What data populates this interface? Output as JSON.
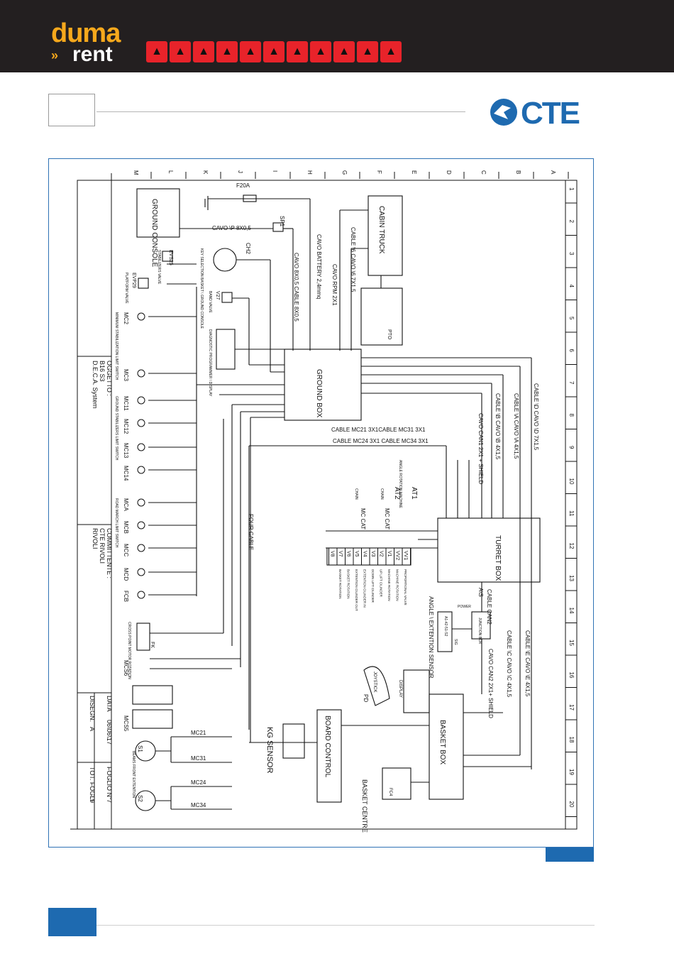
{
  "header": {
    "brand_top": "duma",
    "brand_bottom": "rent",
    "brand_arrow": "»",
    "brand_colors": {
      "orange": "#f6a81c",
      "white": "#ffffff",
      "background": "#231f20"
    },
    "machine_icons": [
      "truck-platform-icon",
      "forklift-icon",
      "scissor-lift-icon",
      "telehandler-icon",
      "loader-icon",
      "crawler-lift-icon",
      "spider-lift-icon",
      "excavator-icon",
      "boom-lift-icon",
      "crane-icon",
      "telescopic-boom-icon"
    ],
    "icon_color": "#e8232a"
  },
  "cte_logo": {
    "text": "CTE",
    "color": "#1e6ab0"
  },
  "accent_color": "#1e6ab0",
  "diagram": {
    "title_block": {
      "oggetto_label": "OGGETTO :",
      "oggetto_line1": "B16 S3",
      "oggetto_line2": "D.E.C.A. System",
      "committente_label": "COMMITTENTE :",
      "committente_value": "CTE RIVOLI",
      "committente_sub": "RIVOLI",
      "data_label": "DATA",
      "data_value": "06\\06\\17",
      "disegn_label": "DISEGN.",
      "disegn_value": "A",
      "foglio_label": "FOGLIO N°",
      "foglio_value": "7",
      "tot_label": "TOT. FOGLI",
      "tot_value": "9"
    },
    "row_letters": [
      "A",
      "B",
      "C",
      "D",
      "E",
      "F",
      "G",
      "H",
      "I",
      "J",
      "K",
      "L",
      "M"
    ],
    "col_numbers": [
      "1",
      "2",
      "3",
      "4",
      "5",
      "6",
      "7",
      "8",
      "9",
      "10",
      "11",
      "12",
      "13",
      "14",
      "15",
      "16",
      "17",
      "18",
      "19",
      "20"
    ],
    "components": {
      "ground_console": "GROUND CONSOLE",
      "cabin_truck": "CABIN TRUCK",
      "pto": "PTO",
      "ground_box": "GROUND BOX",
      "turret_box": "TURRET BOX",
      "basket_box": "BASKET BOX",
      "board_control": "BOARD CONTROL",
      "kg_sensor": "KG SENSOR",
      "junction_box": "JUNCTION BOX",
      "basket_centre": "BASKET CENTRE",
      "display": "DISPLAY",
      "pd": "PD",
      "joystick": "JOYSTICK",
      "f20a": "F20A",
      "sp1": "SP1",
      "ch2": "CH2",
      "fc4": "FC4",
      "fk": "FK",
      "s1": "S1",
      "s2": "S2",
      "at1": "AT1",
      "at2": "AT2",
      "angle_sensor": "A1-42-51-S2"
    },
    "cables": {
      "cavo_p": "CAVO \\P  8X0,5",
      "cavo_battery": "CAVO BATTERY  2,4mmq",
      "cavo_rpm": "CAVO RPM  2X1",
      "cable_6": "CABLE \\6  CAVO \\6 7X1,5",
      "cavo_8x05": "CAVO 8X0,5  CABLE 8X0,5",
      "cable_d": "CABLE \\D  CAVO \\D  7X1,5",
      "cable_a": "CABLE \\A  CAVO \\A  4X1,5",
      "cable_b": "CABLE \\B  CAVO \\B  4X1,5",
      "cavo_can1": "CAVO CAN1  2X1 + SHIELD",
      "cable_mc21": "CABLE  MC21  3X1CABLE  MC31  3X1",
      "cable_mc24": "CABLE  MC24  3X1 CABLE  MC34  3X1",
      "four_cable": "FOUR CABLE",
      "cable_can2": "CABLE CAN2",
      "cavo_can2": "CAVO CAN2  2X1+ SHIELD",
      "cable_c": "CABLE \\C  CAVO \\C  4X1,5",
      "cable_e": "CABLE \\E  CAVO \\E  4X1,5",
      "ais": "A\\S",
      "power": "POWER",
      "sig": "SIG",
      "angle_extention": "ANGLE \\ EXTENTION  SENSOR",
      "angle_rotation": "ANGLE ROTATION MACHINE",
      "chain_1": "CHAIN",
      "chain_2": "CHAIN",
      "mc_cat_1": "MC CAT",
      "mc_cat_2": "MC CAT"
    },
    "valves": [
      {
        "code": "EVS25",
        "desc": "STABILIZERS VALVE"
      },
      {
        "code": "EVP29",
        "desc": "PLATFORM VALVE"
      },
      {
        "code": "V27",
        "desc": "BAND VALVE"
      }
    ],
    "limit_switches": [
      {
        "code": "MC2",
        "desc": "MINIMUM STABILIZATION LIMIT SWITCH"
      },
      {
        "code": "MC3",
        "desc": ""
      },
      {
        "code": "MC11",
        "desc": "GROUND STABILIZERS LIMIT SWITCH"
      },
      {
        "code": "MC12",
        "desc": ""
      },
      {
        "code": "MC13",
        "desc": ""
      },
      {
        "code": "MC14",
        "desc": ""
      },
      {
        "code": "MCA",
        "desc": "ROAD MARCH LIMIT SWITCH"
      },
      {
        "code": "MCB",
        "desc": ""
      },
      {
        "code": "MCC",
        "desc": ""
      },
      {
        "code": "MCD",
        "desc": ""
      },
      {
        "code": "FCB",
        "desc": ""
      },
      {
        "code": "MCS6",
        "desc": ""
      },
      {
        "code": "MCS5",
        "desc": ""
      }
    ],
    "key_selector": "KEY SELECTION BASKET \\ GROUND CONSOLE",
    "diagnostic": "DIAGNOSTIC PROGRAMMER \\ DISPLAY",
    "cross_point": "CROSS POINT MOTOR ROTATION",
    "beams_label": "BEAMS FRONT EXTENTION",
    "proportional_valves": [
      {
        "code": "VV1",
        "desc": "PROPORTIONAL VALVE"
      },
      {
        "code": "VV2",
        "desc": "MACHINE ROTATION"
      },
      {
        "code": "V1",
        "desc": "MACHINE ROTATION"
      },
      {
        "code": "V2",
        "desc": "UP LIFT CILINDER"
      },
      {
        "code": "V3",
        "desc": "DOWN LIFT CILINDER"
      },
      {
        "code": "V4",
        "desc": "EXTENTION CILINDER IN"
      },
      {
        "code": "V5",
        "desc": "EXTENTION CILINDER OUT"
      },
      {
        "code": "V6",
        "desc": "BASKET ROTATION"
      },
      {
        "code": "V7",
        "desc": "BASKET ROTATION"
      },
      {
        "code": "V8",
        "desc": ""
      }
    ],
    "mc_switches": [
      "MC21",
      "MC31",
      "MC24",
      "MC34"
    ]
  }
}
